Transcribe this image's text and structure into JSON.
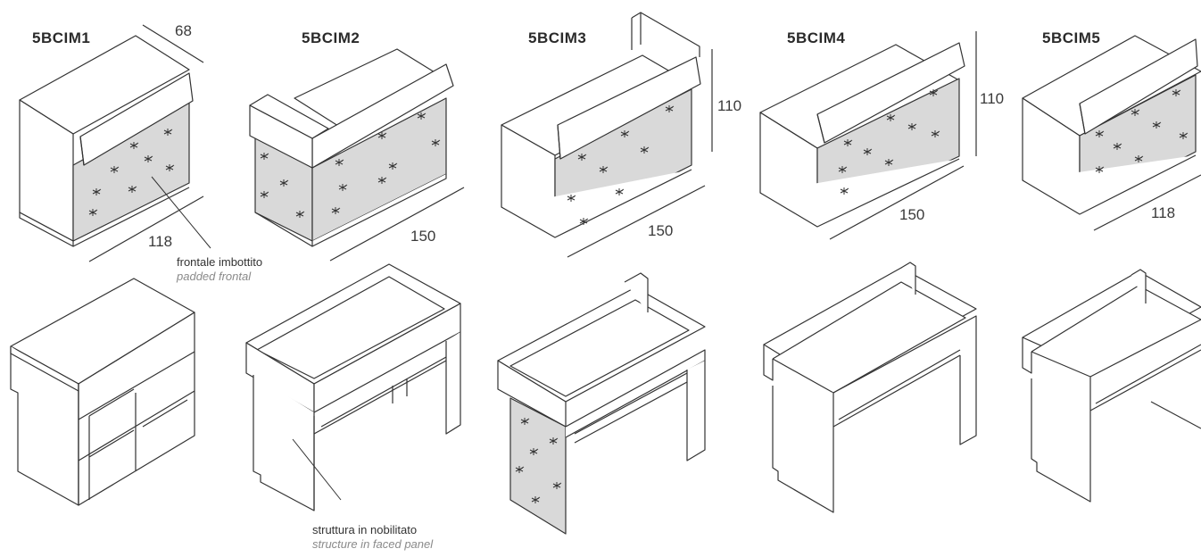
{
  "models": [
    {
      "code": "5BCIM1",
      "dims": {
        "depth": "68",
        "width": "118"
      }
    },
    {
      "code": "5BCIM2",
      "dims": {
        "width": "150"
      }
    },
    {
      "code": "5BCIM3",
      "dims": {
        "height": "110",
        "width": "150"
      }
    },
    {
      "code": "5BCIM4",
      "dims": {
        "height": "110",
        "width": "150"
      }
    },
    {
      "code": "5BCIM5",
      "dims": {
        "width": "118"
      }
    }
  ],
  "callouts": {
    "padded": {
      "it": "frontale imbottito",
      "en": "padded frontal"
    },
    "structure": {
      "it": "struttura in nobilitato",
      "en": "structure in faced panel"
    }
  },
  "colors": {
    "line": "#333333",
    "padded_fill": "#d9d9d9",
    "paper": "#ffffff"
  }
}
